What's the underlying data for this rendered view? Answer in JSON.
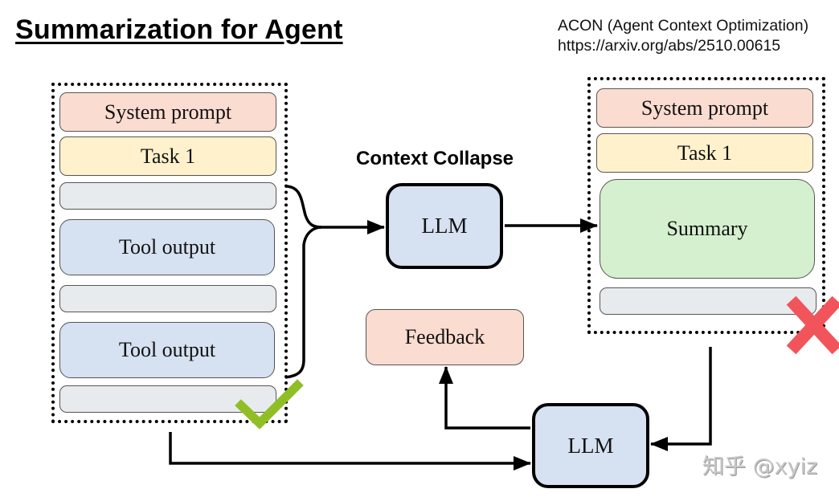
{
  "title": "Summarization for Agent",
  "reference": {
    "name": "ACON (Agent Context Optimization)",
    "url": "https://arxiv.org/abs/2510.00615"
  },
  "subtitle": "Context Collapse",
  "left_context": {
    "blocks": [
      {
        "label": "System prompt",
        "type": "system"
      },
      {
        "label": "Task 1",
        "type": "task"
      },
      {
        "label": "",
        "type": "empty"
      },
      {
        "label": "Tool output",
        "type": "tool"
      },
      {
        "label": "",
        "type": "empty"
      },
      {
        "label": "Tool output",
        "type": "tool"
      },
      {
        "label": "",
        "type": "empty"
      }
    ],
    "status": "check-icon"
  },
  "right_context": {
    "blocks": [
      {
        "label": "System prompt",
        "type": "system"
      },
      {
        "label": "Task 1",
        "type": "task"
      },
      {
        "label": "Summary",
        "type": "summary"
      },
      {
        "label": "",
        "type": "empty"
      }
    ],
    "status": "cross-icon"
  },
  "llm_top": {
    "label": "LLM"
  },
  "llm_bottom": {
    "label": "LLM"
  },
  "feedback": {
    "label": "Feedback"
  },
  "watermark": "知乎 @xyiz",
  "colors": {
    "system": "#fbdcd0",
    "task": "#fef1cc",
    "empty": "#e8ebee",
    "tool": "#d6e1f1",
    "summary": "#d5f0cf",
    "check": "#8fbf25",
    "cross": "#f2545b"
  }
}
